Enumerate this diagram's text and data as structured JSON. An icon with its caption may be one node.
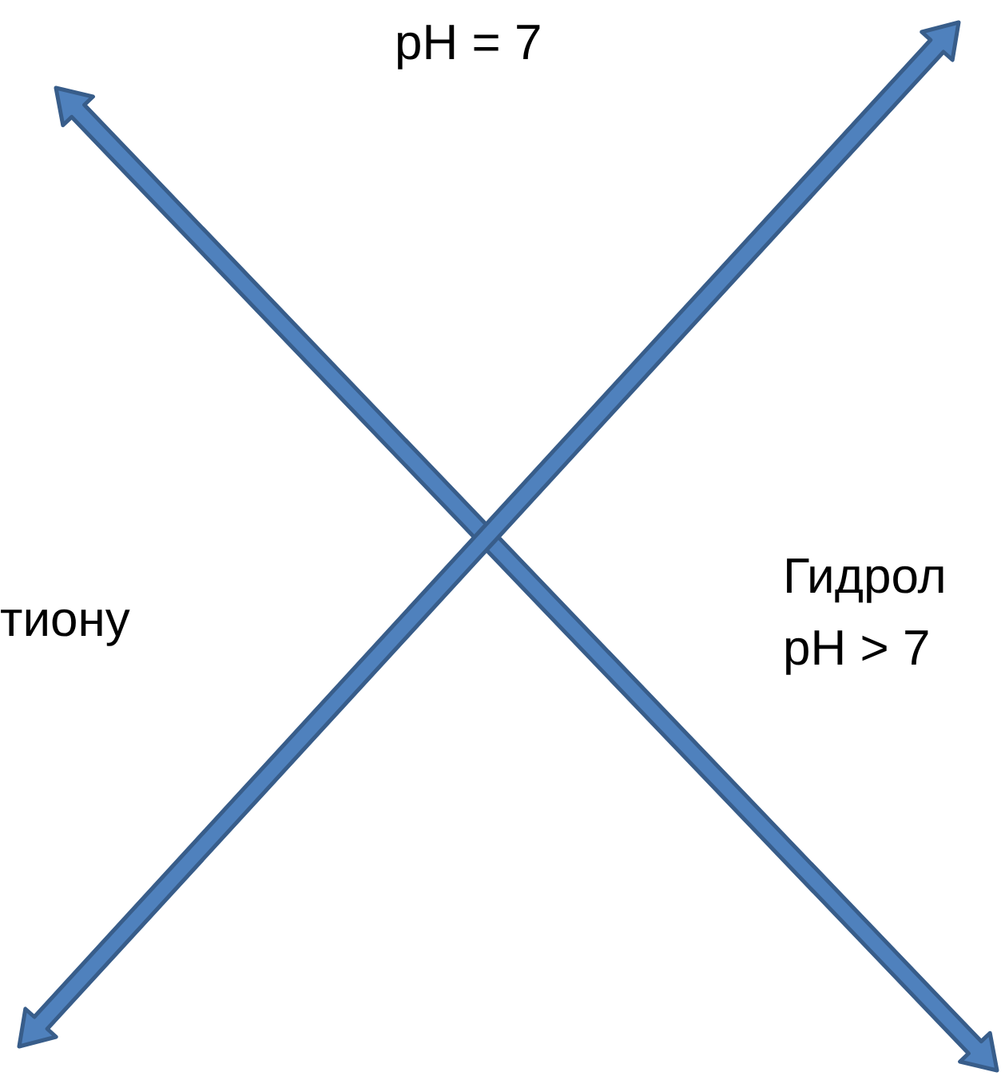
{
  "diagram": {
    "labels": [
      "pH = 7",
      "Гидрол",
      "тиону",
      "pH > 7"
    ]
  }
}
